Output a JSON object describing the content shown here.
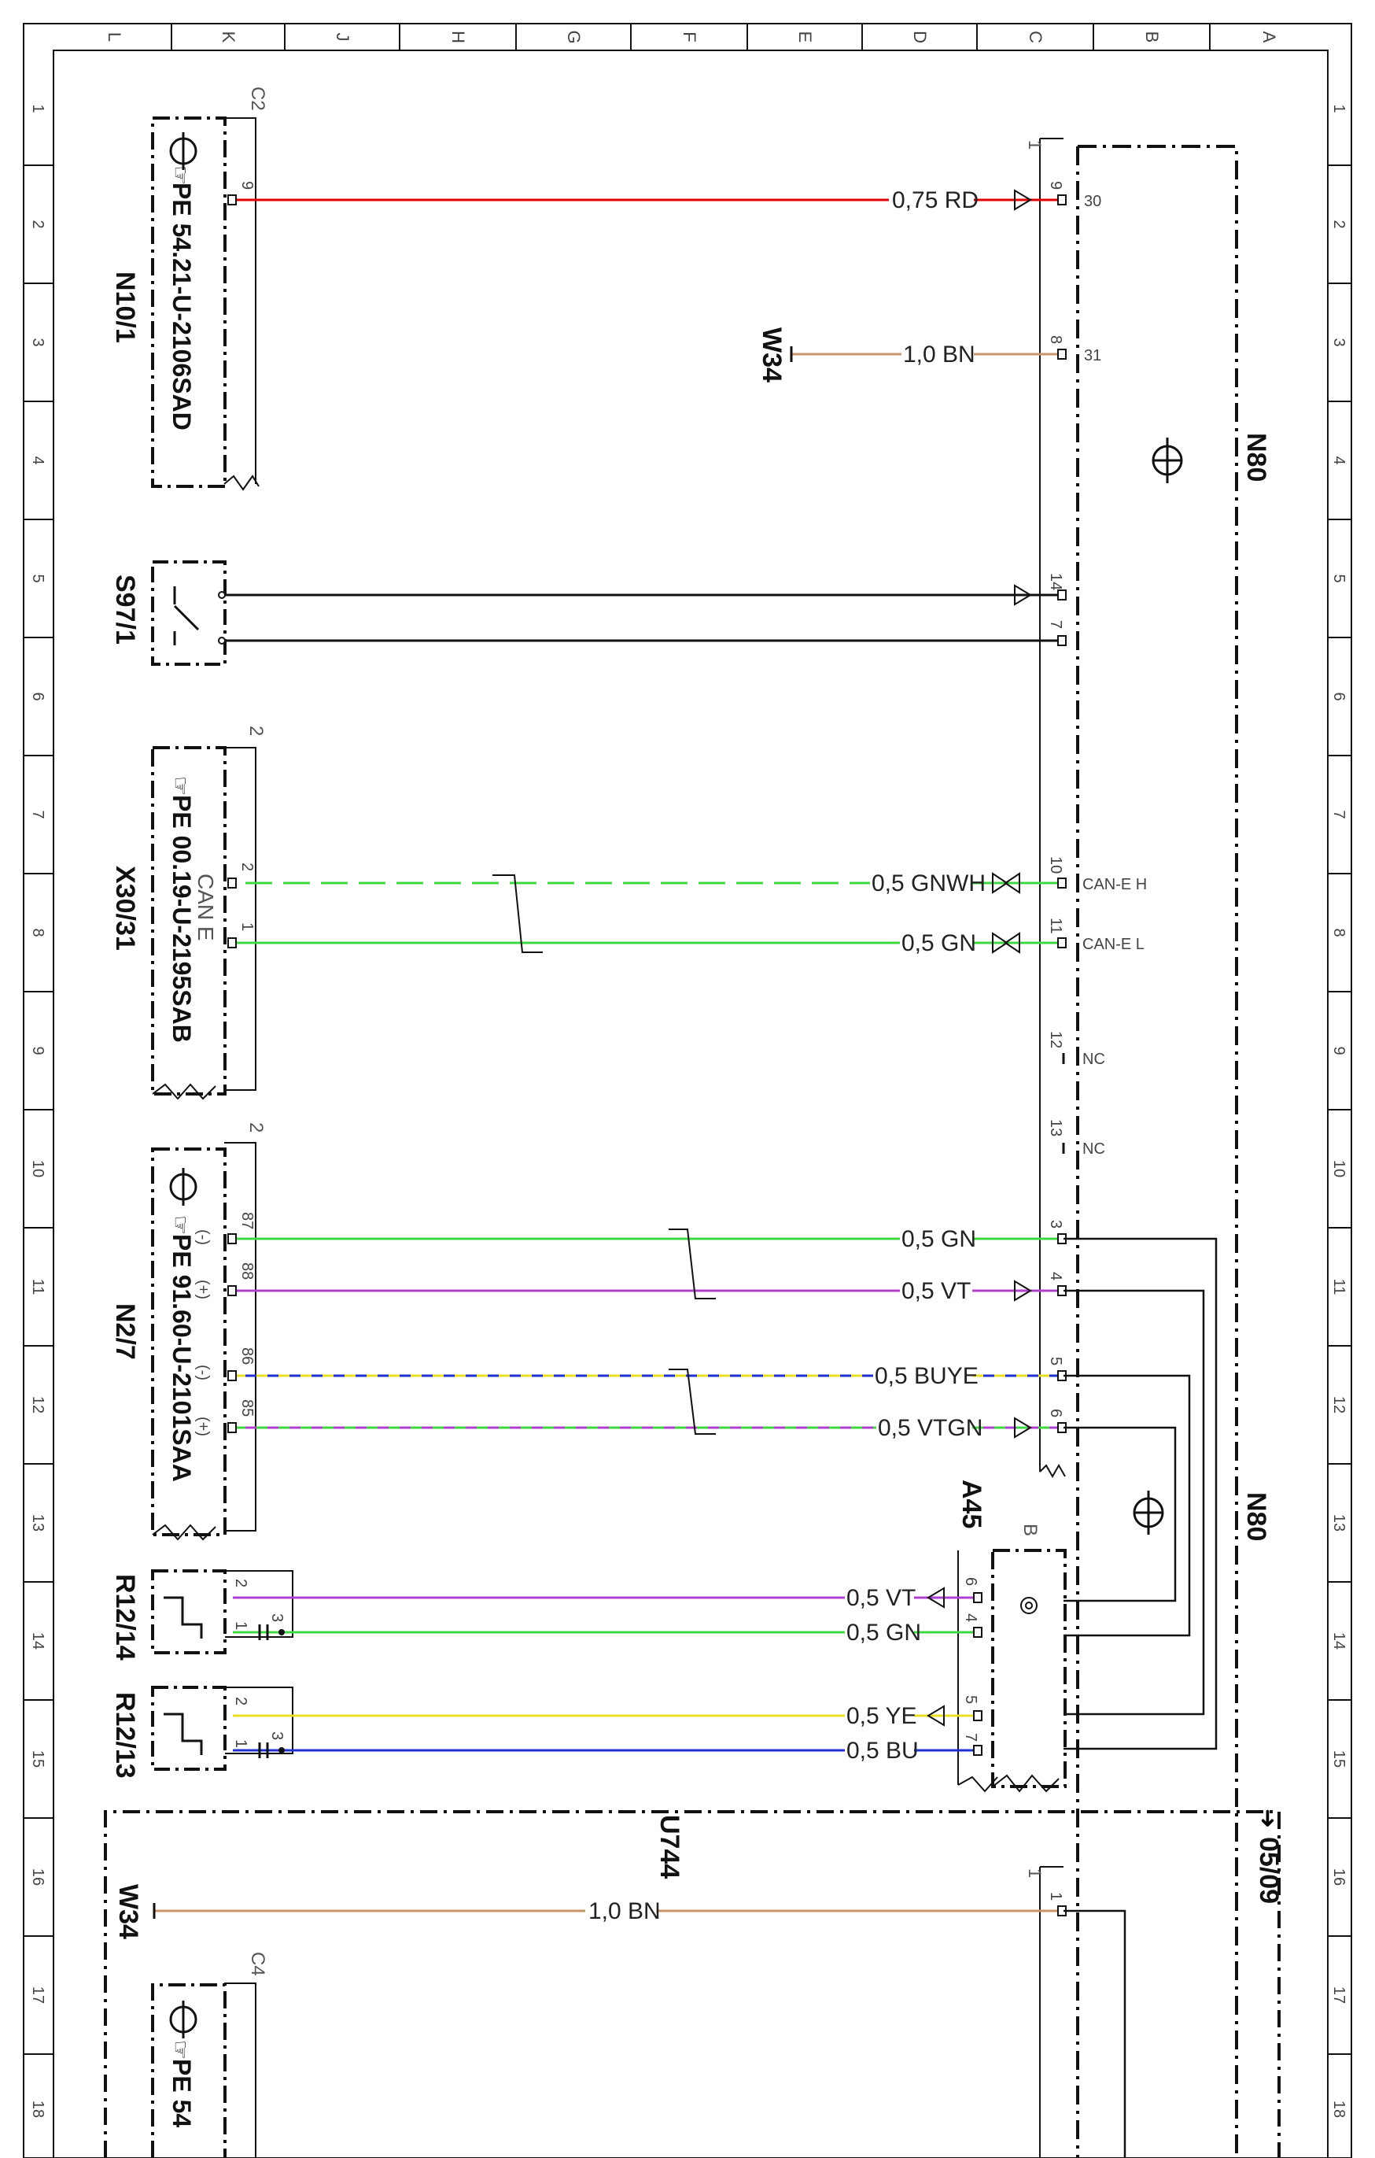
{
  "grid": {
    "columns": [
      "L",
      "K",
      "J",
      "H",
      "G",
      "F",
      "E",
      "D",
      "C",
      "B",
      "A"
    ],
    "rows": [
      "1",
      "2",
      "3",
      "4",
      "5",
      "6",
      "7",
      "8",
      "9",
      "10",
      "11",
      "12",
      "13",
      "14",
      "15",
      "16",
      "17",
      "18"
    ]
  },
  "components": {
    "n10_1": {
      "name": "N10/1",
      "pe": "PE 54.21-U-2106SAD",
      "connector": "C2"
    },
    "s97_1": {
      "name": "S97/1"
    },
    "x30_31": {
      "name": "X30/31",
      "pe": "PE 00.19-U-2195SAB",
      "connector": "2",
      "bus": "CAN E"
    },
    "n2_7": {
      "name": "N2/7",
      "pe": "PE 91.60-U-2101SAA",
      "connector": "2"
    },
    "r12_14": {
      "name": "R12/14"
    },
    "r12_13": {
      "name": "R12/13"
    },
    "n80_top": {
      "name": "N80"
    },
    "n80_mid": {
      "name": "N80"
    },
    "a45": {
      "name": "A45",
      "connector": "B"
    },
    "u744": {
      "name": "U744"
    },
    "w34_top": {
      "name": "W34"
    },
    "w34_bottom": {
      "name": "W34"
    },
    "ref": {
      "text": "05/09"
    },
    "pe_bottom": {
      "pe": "PE 54",
      "connector": "C4"
    },
    "n80_conn_top": "1",
    "n80_conn_bottom": "1"
  },
  "wires": [
    {
      "id": "w-rd",
      "label": "0,75 RD",
      "color": "#e00000",
      "from_pin": "9",
      "to_pin": "9",
      "to_label": "30"
    },
    {
      "id": "w-bn1",
      "label": "1,0 BN",
      "color": "#c8946a",
      "to_pin": "8",
      "to_label": "31"
    },
    {
      "id": "w-s14",
      "label": "",
      "color": "#111111",
      "to_pin": "14"
    },
    {
      "id": "w-s7",
      "label": "",
      "color": "#111111",
      "to_pin": "7"
    },
    {
      "id": "w-gnwh",
      "label": "0,5 GNWH",
      "color": "#40d840",
      "from_pin": "2",
      "to_pin": "10",
      "to_label": "CAN-E H"
    },
    {
      "id": "w-gn1",
      "label": "0,5 GN",
      "color": "#40d840",
      "from_pin": "1",
      "to_pin": "11",
      "to_label": "CAN-E L"
    },
    {
      "id": "w-nc12",
      "to_pin": "12",
      "to_label": "NC"
    },
    {
      "id": "w-nc13",
      "to_pin": "13",
      "to_label": "NC"
    },
    {
      "id": "w-gn2",
      "label": "0,5 GN",
      "color": "#40d840",
      "from_pin": "87",
      "from_sign": "(-)",
      "to_pin": "3"
    },
    {
      "id": "w-vt1",
      "label": "0,5 VT",
      "color": "#b040d0",
      "from_pin": "88",
      "from_sign": "(+)",
      "to_pin": "4"
    },
    {
      "id": "w-buye",
      "label": "0,5 BUYE",
      "color": "#2030d0",
      "from_pin": "86",
      "from_sign": "(-)",
      "to_pin": "5"
    },
    {
      "id": "w-vtgn",
      "label": "0,5 VTGN",
      "color": "#b040d0",
      "from_pin": "85",
      "from_sign": "(+)",
      "to_pin": "6"
    },
    {
      "id": "w-vt2",
      "label": "0,5 VT",
      "color": "#b040d0",
      "from_pin": "2",
      "to_pin": "6"
    },
    {
      "id": "w-gn3",
      "label": "0,5 GN",
      "color": "#40d840",
      "from_pin": "1",
      "from_pin2": "3",
      "to_pin": "4"
    },
    {
      "id": "w-ye",
      "label": "0,5 YE",
      "color": "#e8e020",
      "from_pin": "2",
      "to_pin": "5"
    },
    {
      "id": "w-bu",
      "label": "0,5 BU",
      "color": "#2030d0",
      "from_pin": "1",
      "from_pin2": "3",
      "to_pin": "7"
    },
    {
      "id": "w-bn2",
      "label": "1,0 BN",
      "color": "#c8946a",
      "to_pin": "1"
    }
  ]
}
